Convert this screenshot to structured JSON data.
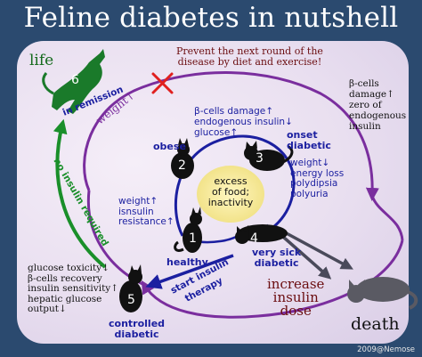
{
  "title": "Feline diabetes in nutshell",
  "labels": {
    "life": "life",
    "death": "death",
    "remission": "in remission",
    "no_insulin": "no insulin required",
    "weight_up_arc": "weight↑",
    "prevent": [
      "Prevent the next round of the",
      "disease by diet and exercise!"
    ],
    "beta_zero": [
      "β-cells",
      "damage↑",
      "zero of",
      "endogenous",
      "insulin"
    ],
    "obese": "obese",
    "beta_damage": [
      "β-cells damage↑",
      "endogenous insulin↓",
      "glucose↑"
    ],
    "onset": [
      "onset",
      "diabetic"
    ],
    "weight_loss": [
      "weight↓",
      "energy loss",
      "polydipsia",
      "polyuria"
    ],
    "center": [
      "excess",
      "of food;",
      "inactivity"
    ],
    "resistance": [
      "weight↑",
      "isnsulin",
      "resistance↑"
    ],
    "healthy": "healthy",
    "very_sick": [
      "very sick",
      "diabetic"
    ],
    "start_insulin": [
      "start insulin",
      "therapy"
    ],
    "increase_dose": [
      "increase",
      "insulin",
      "dose"
    ],
    "glucose_tox": [
      "glucose toxicity↓",
      "β-cells recovery",
      "insulin sensitivity↑",
      "hepatic glucose",
      "output↓"
    ],
    "controlled": [
      "controlled",
      "diabetic"
    ]
  },
  "stages": [
    "1",
    "2",
    "3",
    "4",
    "5",
    "6"
  ],
  "copyright": "2009@Nemose",
  "colors": {
    "spiral": "#7a2e9e",
    "blue_arrow": "#1b1fa0",
    "green_arrow": "#1a8f2a",
    "death_arrow": "#4a4a5a",
    "cross": "#e0201f",
    "life_text": "#146a1c",
    "prevent_text": "#6b0d10",
    "dose_text": "#6b0d10"
  }
}
